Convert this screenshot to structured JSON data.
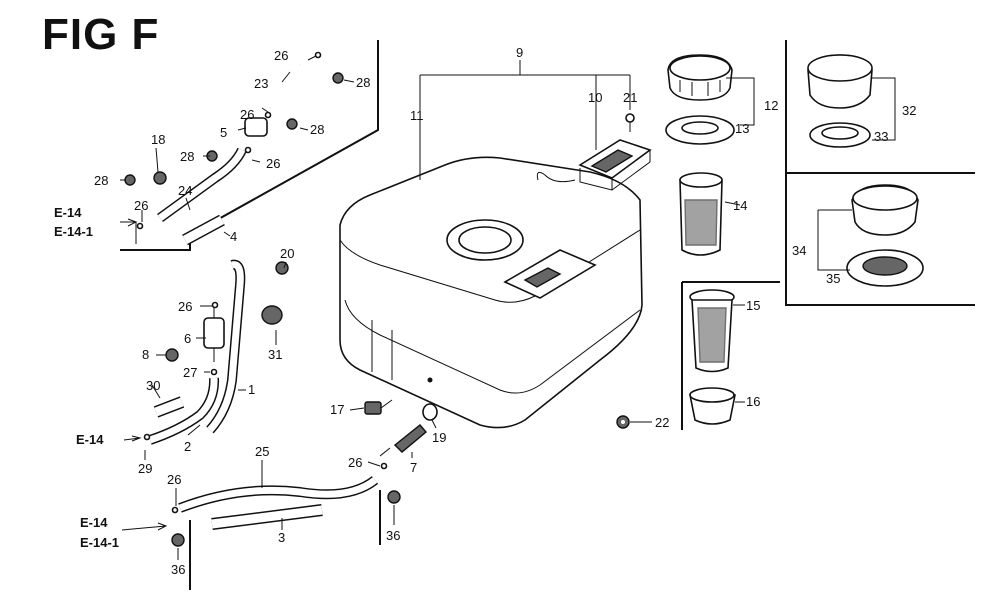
{
  "figure_title": "FIG F",
  "callouts": [
    {
      "id": "c26a",
      "text": "26"
    },
    {
      "id": "c23",
      "text": "23"
    },
    {
      "id": "c28a",
      "text": "28"
    },
    {
      "id": "c26b",
      "text": "26"
    },
    {
      "id": "c5",
      "text": "5"
    },
    {
      "id": "c28b",
      "text": "28"
    },
    {
      "id": "c26c",
      "text": "26"
    },
    {
      "id": "c18",
      "text": "18"
    },
    {
      "id": "c28c",
      "text": "28"
    },
    {
      "id": "c28d",
      "text": "28"
    },
    {
      "id": "c24",
      "text": "24"
    },
    {
      "id": "c26d",
      "text": "26"
    },
    {
      "id": "c4",
      "text": "4"
    },
    {
      "id": "c20",
      "text": "20"
    },
    {
      "id": "c26e",
      "text": "26"
    },
    {
      "id": "c6",
      "text": "6"
    },
    {
      "id": "c31",
      "text": "31"
    },
    {
      "id": "c8",
      "text": "8"
    },
    {
      "id": "c27",
      "text": "27"
    },
    {
      "id": "c1",
      "text": "1"
    },
    {
      "id": "c30",
      "text": "30"
    },
    {
      "id": "c2",
      "text": "2"
    },
    {
      "id": "c29",
      "text": "29"
    },
    {
      "id": "c25",
      "text": "25"
    },
    {
      "id": "c26f",
      "text": "26"
    },
    {
      "id": "c3",
      "text": "3"
    },
    {
      "id": "c36a",
      "text": "36"
    },
    {
      "id": "c17",
      "text": "17"
    },
    {
      "id": "c19",
      "text": "19"
    },
    {
      "id": "c26g",
      "text": "26"
    },
    {
      "id": "c7",
      "text": "7"
    },
    {
      "id": "c36b",
      "text": "36"
    },
    {
      "id": "c9",
      "text": "9"
    },
    {
      "id": "c10",
      "text": "10"
    },
    {
      "id": "c21",
      "text": "21"
    },
    {
      "id": "c11",
      "text": "11"
    },
    {
      "id": "c12",
      "text": "12"
    },
    {
      "id": "c13",
      "text": "13"
    },
    {
      "id": "c14",
      "text": "14"
    },
    {
      "id": "c15",
      "text": "15"
    },
    {
      "id": "c16",
      "text": "16"
    },
    {
      "id": "c22",
      "text": "22"
    },
    {
      "id": "c32",
      "text": "32"
    },
    {
      "id": "c33",
      "text": "33"
    },
    {
      "id": "c34",
      "text": "34"
    },
    {
      "id": "c35",
      "text": "35"
    }
  ],
  "references": {
    "ref_e14_a": "E-14",
    "ref_e14_1_a": "E-14-1",
    "ref_e14_b": "E-14",
    "ref_e14_c": "E-14",
    "ref_e14_1_c": "E-14-1"
  }
}
